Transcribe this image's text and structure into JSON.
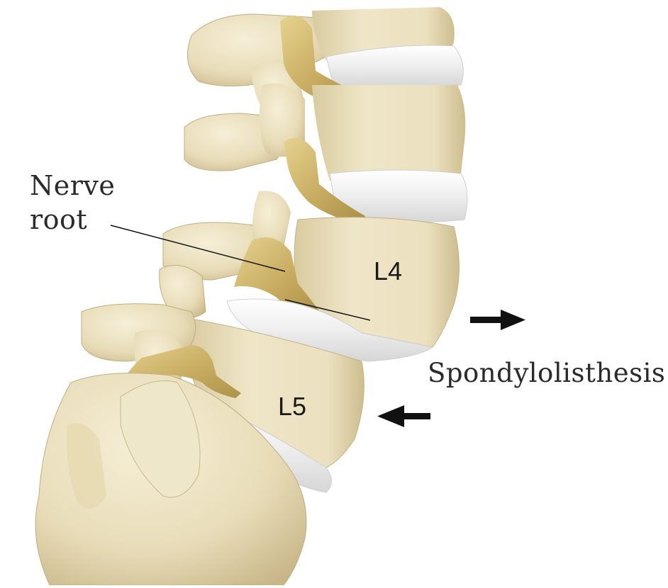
{
  "labels": {
    "nerve_root_line1": "Nerve",
    "nerve_root_line2": "root",
    "l4": "L4",
    "l5": "L5",
    "condition": "Spondylolisthesis"
  },
  "arrows": {
    "upper": {
      "direction": "right",
      "icon": "right-arrow-icon"
    },
    "lower": {
      "direction": "left",
      "icon": "left-arrow-icon"
    }
  },
  "colors": {
    "bone": "#ece2c2",
    "bone_shadow": "#c9b98c",
    "nerve": "#cdb572",
    "disc": "#f2f2f2",
    "text": "#2a2a2a",
    "arrow": "#111111"
  }
}
